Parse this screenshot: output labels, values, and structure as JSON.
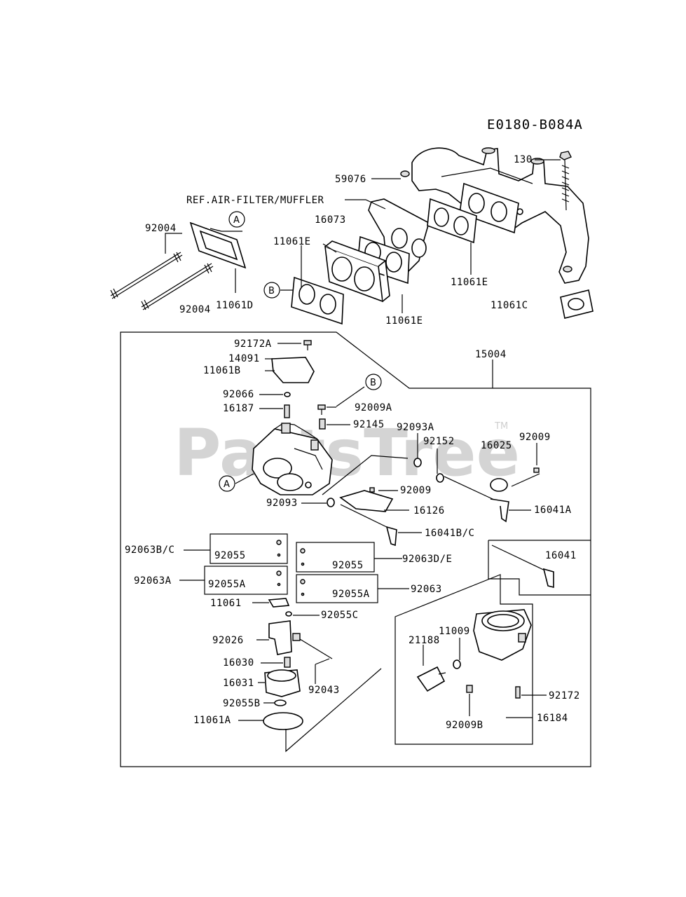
{
  "diagram_code": "E0180-B084A",
  "ref_label": "REF.AIR-FILTER/MUFFLER",
  "watermark": "PartsTree",
  "watermark_tm": "TM",
  "callouts": {
    "A": "A",
    "B": "B"
  },
  "parts": {
    "p130": "130",
    "p59076": "59076",
    "p92004_top": "92004",
    "p92004_bot": "92004",
    "p16073": "16073",
    "p11061E_left": "11061E",
    "p11061E_mid": "11061E",
    "p11061E_right": "11061E",
    "p11061D": "11061D",
    "p11061C": "11061C",
    "p15004": "15004",
    "p92172A": "92172A",
    "p14091": "14091",
    "p11061B": "11061B",
    "p92066": "92066",
    "p16187": "16187",
    "p92009A": "92009A",
    "p92145": "92145",
    "p92093A": "92093A",
    "p92152": "92152",
    "p16025": "16025",
    "p92009_right": "92009",
    "p92009_mid": "92009",
    "p16041A": "16041A",
    "p92093": "92093",
    "p16126": "16126",
    "p16041BC": "16041B/C",
    "p92063BC": "92063B/C",
    "p92055_a": "92055",
    "p92055_b": "92055",
    "p92063DE": "92063D/E",
    "p16041": "16041",
    "p92063A": "92063A",
    "p92055A_a": "92055A",
    "p92055A_b": "92055A",
    "p92063": "92063",
    "p11061": "11061",
    "p92055C": "92055C",
    "p92026": "92026",
    "p16030": "16030",
    "p16031": "16031",
    "p92043": "92043",
    "p92055B": "92055B",
    "p11061A": "11061A",
    "p21188": "21188",
    "p11009": "11009",
    "p92172": "92172",
    "p92009B": "92009B",
    "p16184": "16184"
  }
}
